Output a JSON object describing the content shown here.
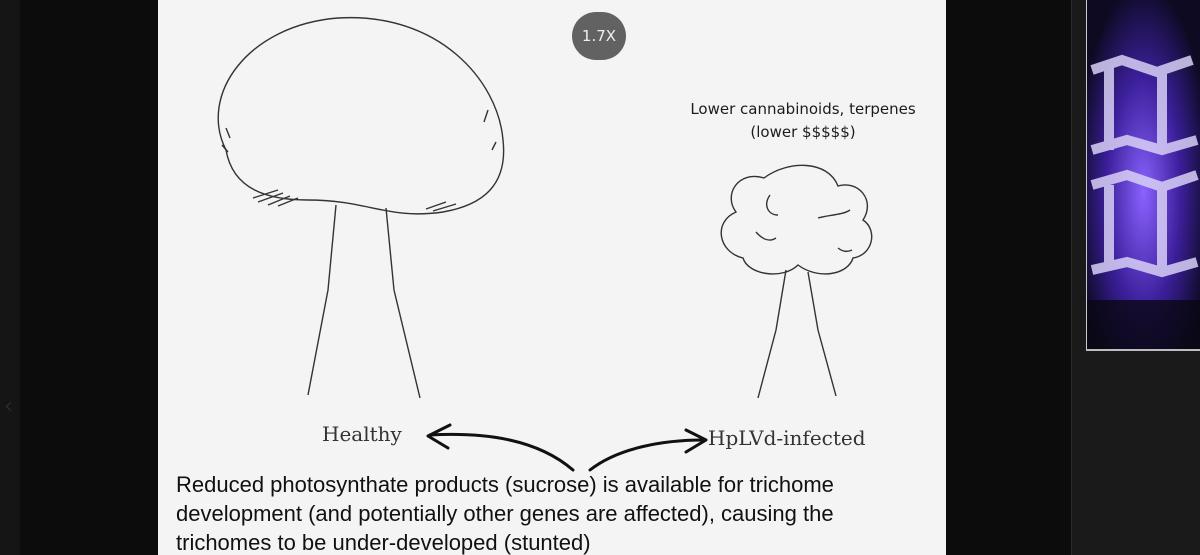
{
  "player": {
    "speed_label": "1.7X"
  },
  "slide": {
    "caption_right_line1": "Lower cannabinoids, terpenes",
    "caption_right_line2": "(lower $$$$$)",
    "label_healthy": "Healthy",
    "label_infected": "HpLVd-infected",
    "body_line1": "Reduced photosynthate products (sucrose) is available for trichome",
    "body_line2": "development (and potentially other genes are affected), causing the",
    "body_line3": "trichomes to be under-developed (stunted)"
  },
  "colors": {
    "slide_background": "#f4f4f4",
    "badge_background": "#555555",
    "webcam_glow": "#7a52ff"
  },
  "icons": {
    "left_edge": "chevron-left-icon"
  }
}
